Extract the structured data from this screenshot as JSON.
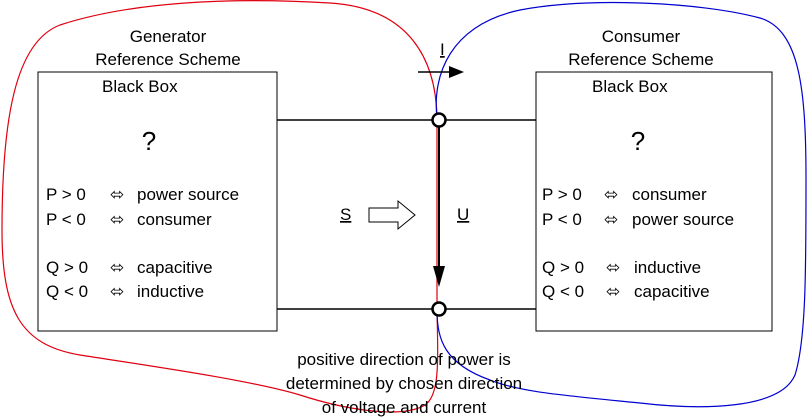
{
  "generator": {
    "title_line1": "Generator",
    "title_line2": "Reference Scheme",
    "box_label": "Black Box",
    "question": "?",
    "rows": [
      {
        "left": "P > 0",
        "right": "power source"
      },
      {
        "left": "P < 0",
        "right": "consumer"
      },
      {
        "left": "Q > 0",
        "right": "capacitive"
      },
      {
        "left": "Q < 0",
        "right": "inductive"
      }
    ]
  },
  "consumer": {
    "title_line1": "Consumer",
    "title_line2": "Reference Scheme",
    "box_label": "Black Box",
    "question": "?",
    "rows": [
      {
        "left": "P > 0",
        "right": "consumer"
      },
      {
        "left": "P < 0",
        "right": "power source"
      },
      {
        "left": "Q > 0",
        "right": "inductive"
      },
      {
        "left": "Q < 0",
        "right": "capacitive"
      }
    ]
  },
  "symbols": {
    "equivalence": "⬄",
    "current": "I",
    "voltage": "U",
    "power": "S"
  },
  "note": {
    "line1": "positive direction of power is",
    "line2": "determined by chosen direction",
    "line3": "of voltage and current"
  },
  "colors": {
    "generator_loop": "#e0000f",
    "consumer_loop": "#0000d0",
    "lines": "#000000"
  }
}
